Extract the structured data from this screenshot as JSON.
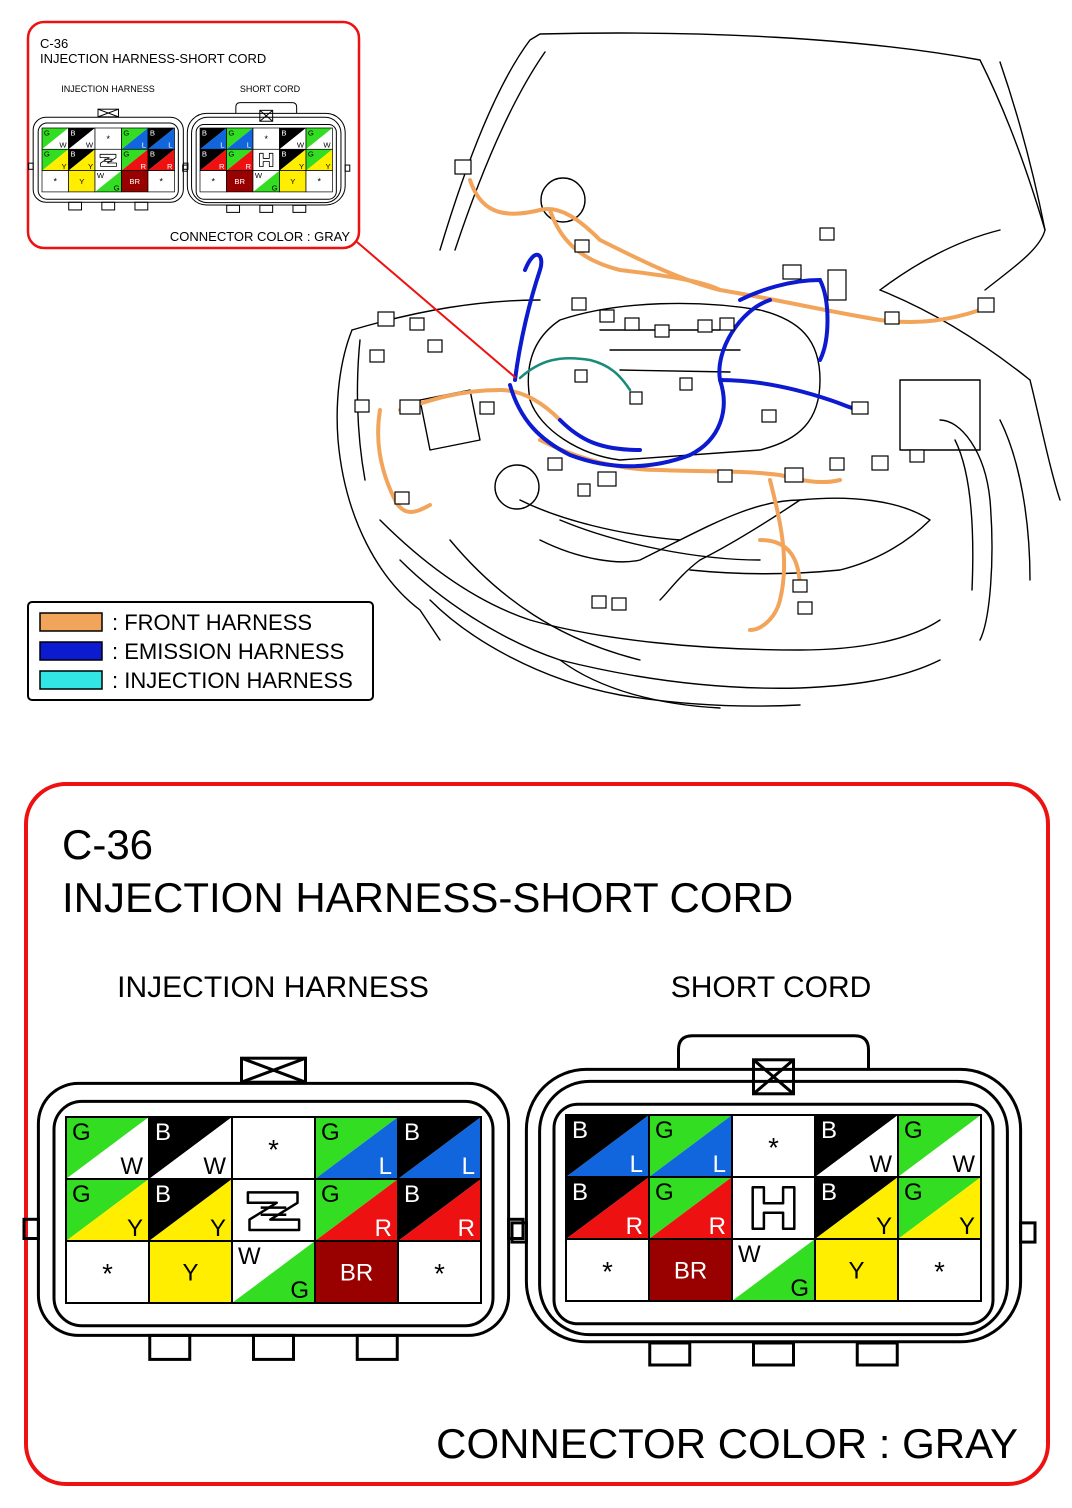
{
  "colors": {
    "G": "#33dd22",
    "B": "#000000",
    "W": "#ffffff",
    "L": "#1166dd",
    "Y": "#ffee00",
    "R": "#ee1111",
    "BR": "#990000",
    "callout_border": "#ee1111",
    "front_harness": "#f2a55a",
    "emission_harness": "#0c1ad0",
    "injection_harness": "#33e6e6"
  },
  "connector_id": "C-36",
  "connector_title": "INJECTION HARNESS-SHORT CORD",
  "connector_color_text": "CONNECTOR COLOR : GRAY",
  "legend": [
    {
      "label": ": FRONT HARNESS",
      "color_key": "front_harness"
    },
    {
      "label": ": EMISSION HARNESS",
      "color_key": "emission_harness"
    },
    {
      "label": ": INJECTION HARNESS",
      "color_key": "injection_harness"
    }
  ],
  "connectors": [
    {
      "name": "INJECTION HARNESS",
      "key_symbol": "Z-shaped key mark",
      "cells": [
        [
          {
            "c1": "G",
            "c2": "W"
          },
          {
            "c1": "B",
            "c2": "W"
          },
          {
            "blank": true
          },
          {
            "c1": "G",
            "c2": "L"
          },
          {
            "c1": "B",
            "c2": "L"
          }
        ],
        [
          {
            "c1": "G",
            "c2": "Y"
          },
          {
            "c1": "B",
            "c2": "Y"
          },
          {
            "key": true
          },
          {
            "c1": "G",
            "c2": "R"
          },
          {
            "c1": "B",
            "c2": "R"
          }
        ],
        [
          {
            "blank": true
          },
          {
            "solid": "Y"
          },
          {
            "c1": "W",
            "c2": "G"
          },
          {
            "solid": "BR"
          },
          {
            "blank": true
          }
        ]
      ]
    },
    {
      "name": "SHORT CORD",
      "key_symbol": "H-shaped key mark",
      "cells": [
        [
          {
            "c1": "B",
            "c2": "L"
          },
          {
            "c1": "G",
            "c2": "L"
          },
          {
            "blank": true
          },
          {
            "c1": "B",
            "c2": "W"
          },
          {
            "c1": "G",
            "c2": "W"
          }
        ],
        [
          {
            "c1": "B",
            "c2": "R"
          },
          {
            "c1": "G",
            "c2": "R"
          },
          {
            "key": true
          },
          {
            "c1": "B",
            "c2": "Y"
          },
          {
            "c1": "G",
            "c2": "Y"
          }
        ],
        [
          {
            "blank": true
          },
          {
            "solid": "BR"
          },
          {
            "c1": "W",
            "c2": "G"
          },
          {
            "solid": "Y"
          },
          {
            "blank": true
          }
        ]
      ]
    }
  ]
}
